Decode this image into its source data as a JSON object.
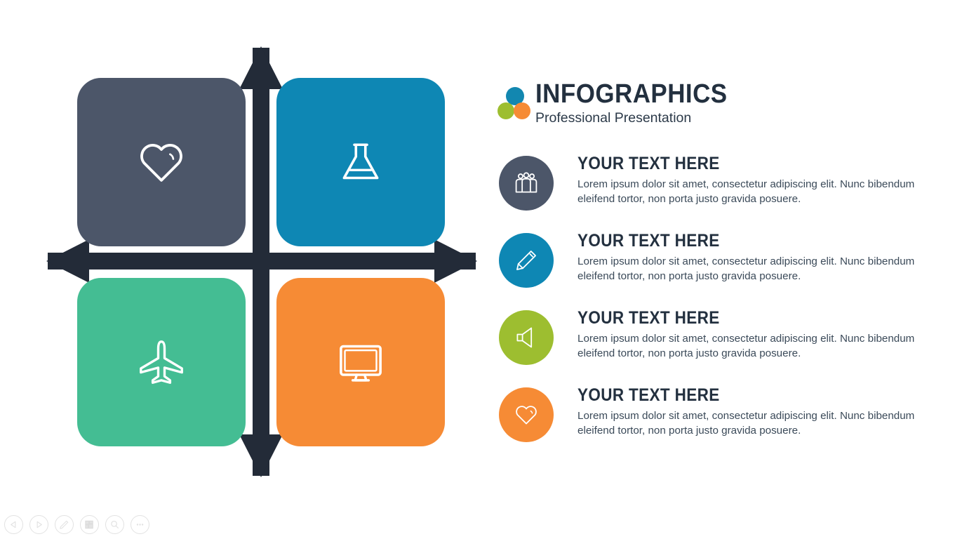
{
  "slide": {
    "title": "Infographics quadrant slide"
  },
  "brand": {
    "title": "INFOGRAPHICS",
    "subtitle": "Professional Presentation",
    "logo_dots": [
      {
        "name": "logo-dot-blue",
        "color": "#1287b0"
      },
      {
        "name": "logo-dot-green",
        "color": "#9dbe30"
      },
      {
        "name": "logo-dot-orange",
        "color": "#f68b35"
      }
    ]
  },
  "quadrant": {
    "tiles": [
      {
        "position": "top-left",
        "icon": "heart-icon",
        "color": "#4c5669"
      },
      {
        "position": "top-right",
        "icon": "flask-icon",
        "color": "#0e87b4"
      },
      {
        "position": "bottom-left",
        "icon": "airplane-icon",
        "color": "#44bd93"
      },
      {
        "position": "bottom-right",
        "icon": "monitor-icon",
        "color": "#f68b35"
      }
    ],
    "axis_color": "#232b38"
  },
  "features": [
    {
      "icon": "people-group-icon",
      "badge_color": "#4c5669",
      "title": "YOUR TEXT HERE",
      "description": "Lorem ipsum dolor sit amet, consectetur adipiscing elit. Nunc bibendum eleifend tortor, non porta justo gravida posuere."
    },
    {
      "icon": "pencil-icon",
      "badge_color": "#0e87b4",
      "title": "YOUR TEXT HERE",
      "description": "Lorem ipsum dolor sit amet, consectetur adipiscing elit. Nunc bibendum eleifend tortor, non porta justo gravida posuere."
    },
    {
      "icon": "speaker-icon",
      "badge_color": "#9dbe30",
      "title": "YOUR TEXT HERE",
      "description": "Lorem ipsum dolor sit amet, consectetur adipiscing elit. Nunc bibendum eleifend tortor, non porta justo gravida posuere."
    },
    {
      "icon": "heart-icon",
      "badge_color": "#f68b35",
      "title": "YOUR TEXT HERE",
      "description": "Lorem ipsum dolor sit amet, consectetur adipiscing elit. Nunc bibendum eleifend tortor, non porta justo gravida posuere."
    }
  ],
  "toolbar": {
    "buttons": [
      {
        "name": "previous-button",
        "icon": "play-left-icon"
      },
      {
        "name": "next-button",
        "icon": "play-right-icon"
      },
      {
        "name": "edit-button",
        "icon": "pencil-icon"
      },
      {
        "name": "layers-button",
        "icon": "layers-icon"
      },
      {
        "name": "zoom-button",
        "icon": "magnifier-icon"
      },
      {
        "name": "more-button",
        "icon": "ellipsis-icon"
      }
    ],
    "border_color": "#e2e2e2"
  }
}
